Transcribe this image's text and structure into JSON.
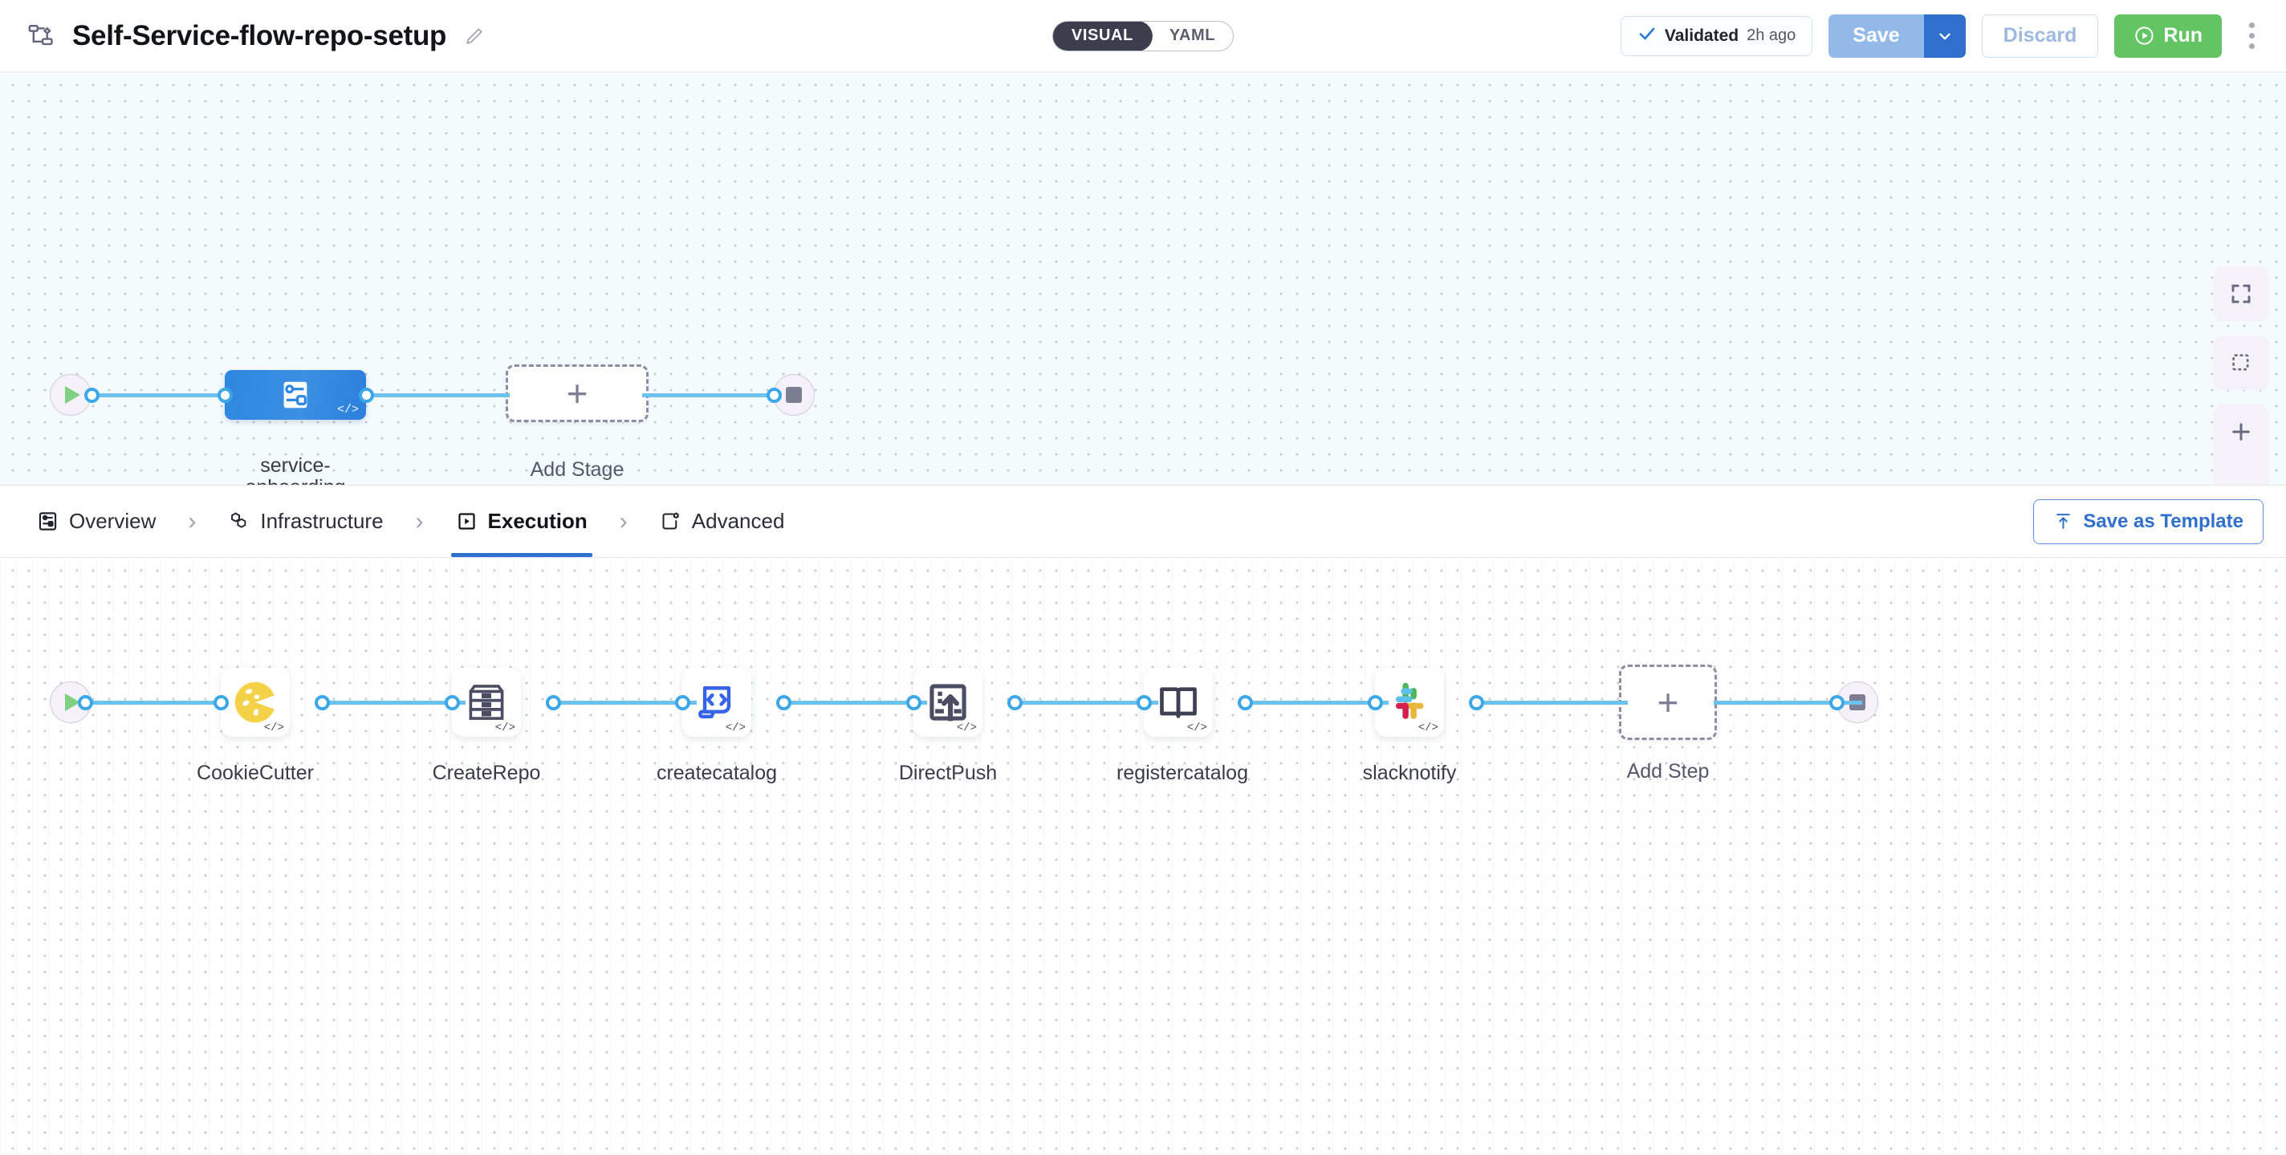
{
  "header": {
    "flow_icon": "pipeline-flow-icon",
    "title": "Self-Service-flow-repo-setup",
    "edit_icon": "edit-pencil-icon",
    "mode_toggle": {
      "options": [
        "VISUAL",
        "YAML"
      ],
      "selected": "VISUAL"
    },
    "validation": {
      "icon": "check-icon",
      "label": "Validated",
      "time": "2h ago"
    },
    "save": {
      "label": "Save",
      "caret_icon": "chevron-down-icon"
    },
    "discard": {
      "label": "Discard"
    },
    "run": {
      "label": "Run",
      "icon": "play-circle-icon"
    },
    "more_icon": "kebab-menu-icon"
  },
  "stage_canvas": {
    "start_icon": "play-icon",
    "end_icon": "stop-icon",
    "stage": {
      "label": "service-\nonboarding",
      "icon": "service-deployment-icon",
      "code_badge": "</>"
    },
    "add_stage": {
      "label": "Add Stage",
      "icon": "plus-icon"
    },
    "controls": [
      {
        "name": "fit-screen-icon"
      },
      {
        "name": "selection-box-icon"
      },
      {
        "name": "zoom-in-icon"
      },
      {
        "name": "zoom-out-icon"
      }
    ]
  },
  "tabbar": {
    "tabs": [
      {
        "label": "Overview",
        "icon": "overview-icon",
        "active": false
      },
      {
        "label": "Infrastructure",
        "icon": "infrastructure-icon",
        "active": false
      },
      {
        "label": "Execution",
        "icon": "execution-icon",
        "active": true
      },
      {
        "label": "Advanced",
        "icon": "advanced-icon",
        "active": false
      }
    ],
    "separator": "›",
    "save_template": {
      "label": "Save as Template",
      "icon": "save-template-icon"
    }
  },
  "exec_canvas": {
    "start_icon": "play-icon",
    "end_icon": "stop-icon",
    "code_badge": "</>",
    "steps": [
      {
        "label": "CookieCutter",
        "icon": "cookie-icon"
      },
      {
        "label": "CreateRepo",
        "icon": "drawer-archive-icon"
      },
      {
        "label": "createcatalog",
        "icon": "code-laptop-icon"
      },
      {
        "label": "DirectPush",
        "icon": "push-upload-icon"
      },
      {
        "label": "registercatalog",
        "icon": "open-book-icon"
      },
      {
        "label": "slacknotify",
        "icon": "slack-icon"
      }
    ],
    "add_step": {
      "label": "Add Step",
      "icon": "plus-icon"
    }
  },
  "colors": {
    "accent_blue": "#2f6fcd",
    "edge_blue": "#6cc2ee",
    "run_green": "#62c462",
    "save_blue": "#92b9e8",
    "stage_blue": "#2e87e0"
  }
}
